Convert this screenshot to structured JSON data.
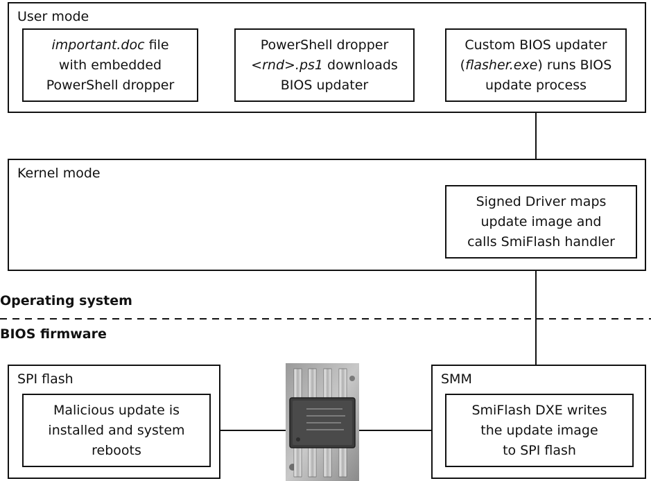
{
  "regions": {
    "user_mode": "User mode",
    "kernel_mode": "Kernel mode",
    "spi_flash": "SPI flash",
    "smm": "SMM"
  },
  "sections": {
    "operating_system": "Operating system",
    "bios_firmware": "BIOS firmware"
  },
  "boxes": {
    "doc": {
      "l1_italic": "important.doc",
      "l1_rest": " file",
      "l2": "with embedded",
      "l3": "PowerShell dropper"
    },
    "dropper": {
      "l1": "PowerShell dropper",
      "l2_italic": "<rnd>.ps1",
      "l2_rest": " downloads",
      "l3": "BIOS updater"
    },
    "updater": {
      "l1": "Custom BIOS updater",
      "l2_pre": "(",
      "l2_italic": "flasher.exe",
      "l2_rest": ") runs BIOS",
      "l3": "update process"
    },
    "driver": {
      "l1": "Signed Driver maps",
      "l2": "update image and",
      "l3": "calls SmiFlash handler"
    },
    "smiflash": {
      "l1": "SmiFlash DXE writes",
      "l2": "the update image",
      "l3": "to SPI flash"
    },
    "malicious": {
      "l1": "Malicious update is",
      "l2": "installed and system",
      "l3": "reboots"
    }
  },
  "icons": {
    "chip": "spi-flash-chip-photo"
  }
}
